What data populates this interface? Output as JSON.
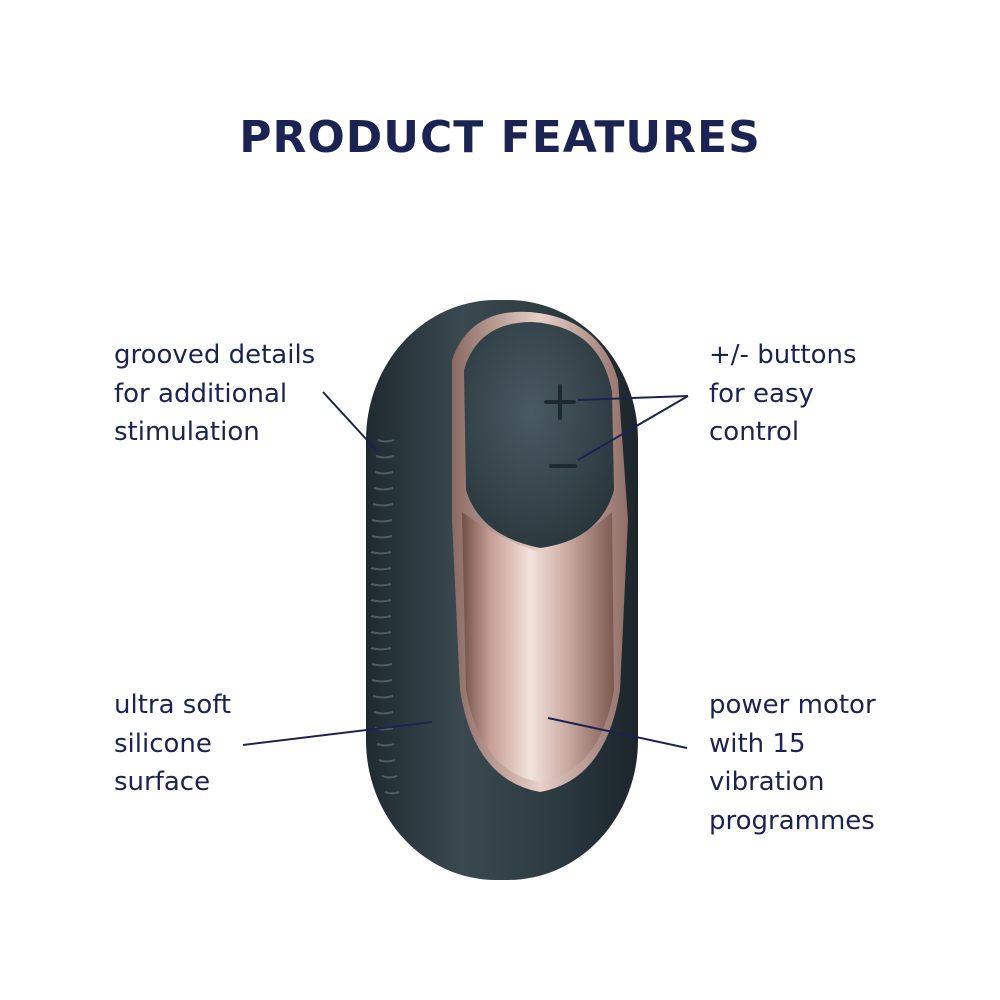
{
  "title": "PRODUCT FEATURES",
  "features": {
    "grooved": [
      "grooved details",
      "for additional",
      "stimulation"
    ],
    "buttons": [
      "+/- buttons",
      "for easy",
      "control"
    ],
    "silicone": [
      "ultra soft",
      "silicone",
      "surface"
    ],
    "motor": [
      "power motor",
      "with 15",
      "vibration",
      "programmes"
    ]
  },
  "colors": {
    "text": "#1b2353",
    "body": "#2c3a42",
    "body_highlight": "#4a5a62",
    "metal": "#c9a89f",
    "leader_line": "#1b2353"
  },
  "icons": [
    "plus-icon",
    "minus-icon"
  ]
}
